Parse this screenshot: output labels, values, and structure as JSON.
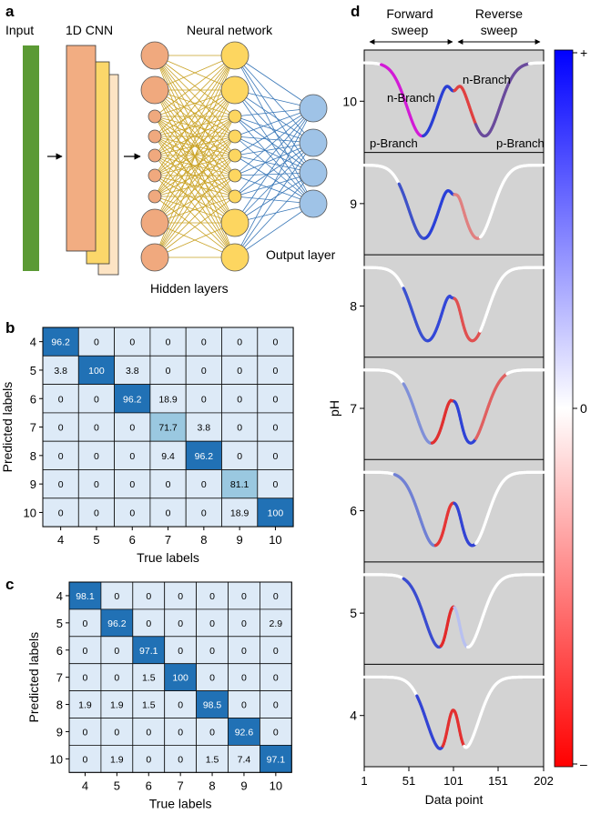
{
  "panels": {
    "a": {
      "label": "a",
      "input_label": "Input",
      "cnn_label": "1D CNN",
      "nn_label": "Neural network",
      "hidden_label": "Hidden layers",
      "output_label": "Output layer",
      "colors": {
        "input": "#5b9a34",
        "cnn1": "#f2ad82",
        "cnn2": "#fbd76a",
        "cnn3": "#fde4c4",
        "node_orange": "#f0a97e",
        "node_yellow": "#fdd660",
        "node_blue": "#9fc3e7",
        "edge_gold": "#c9a225",
        "edge_blue": "#3a78b8"
      }
    },
    "b": {
      "label": "b"
    },
    "c": {
      "label": "c"
    },
    "d": {
      "label": "d",
      "forward_label": [
        "Forward",
        "sweep"
      ],
      "reverse_label": [
        "Reverse",
        "sweep"
      ],
      "n_branch_left": "n-Branch",
      "n_branch_right": "n-Branch",
      "p_branch_left": "p-Branch",
      "p_branch_right": "p-Branch"
    }
  },
  "chart_data": [
    {
      "type": "heatmap",
      "panel": "b",
      "xlabel": "True labels",
      "ylabel": "Predicted labels",
      "x_categories": [
        "4",
        "5",
        "6",
        "7",
        "8",
        "9",
        "10"
      ],
      "y_categories": [
        "4",
        "5",
        "6",
        "7",
        "8",
        "9",
        "10"
      ],
      "cells": [
        [
          "96.2",
          "0",
          "0",
          "0",
          "0",
          "0",
          "0"
        ],
        [
          "3.8",
          "100",
          "3.8",
          "0",
          "0",
          "0",
          "0"
        ],
        [
          "0",
          "0",
          "96.2",
          "18.9",
          "0",
          "0",
          "0"
        ],
        [
          "0",
          "0",
          "0",
          "71.7",
          "3.8",
          "0",
          "0"
        ],
        [
          "0",
          "0",
          "0",
          "9.4",
          "96.2",
          "0",
          "0"
        ],
        [
          "0",
          "0",
          "0",
          "0",
          "0",
          "81.1",
          "0"
        ],
        [
          "0",
          "0",
          "0",
          "0",
          "0",
          "18.9",
          "100"
        ]
      ]
    },
    {
      "type": "heatmap",
      "panel": "c",
      "xlabel": "True labels",
      "ylabel": "Predicted labels",
      "x_categories": [
        "4",
        "5",
        "6",
        "7",
        "8",
        "9",
        "10"
      ],
      "y_categories": [
        "4",
        "5",
        "6",
        "7",
        "8",
        "9",
        "10"
      ],
      "cells": [
        [
          "98.1",
          "0",
          "0",
          "0",
          "0",
          "0",
          "0"
        ],
        [
          "0",
          "96.2",
          "0",
          "0",
          "0",
          "0",
          "2.9"
        ],
        [
          "0",
          "0",
          "97.1",
          "0",
          "0",
          "0",
          "0"
        ],
        [
          "0",
          "0",
          "1.5",
          "100",
          "0",
          "0",
          "0"
        ],
        [
          "1.9",
          "1.9",
          "1.5",
          "0",
          "98.5",
          "0",
          "0"
        ],
        [
          "0",
          "0",
          "0",
          "0",
          "0",
          "92.6",
          "0"
        ],
        [
          "0",
          "1.9",
          "0",
          "0",
          "1.5",
          "7.4",
          "97.1"
        ]
      ]
    },
    {
      "type": "line",
      "panel": "d",
      "xlabel": "Data point",
      "ylabel": "pH",
      "x_ticks": [
        "1",
        "51",
        "101",
        "151",
        "202"
      ],
      "xlim": [
        1,
        202
      ],
      "y_ticks": [
        "10",
        "9",
        "8",
        "7",
        "6",
        "5",
        "4"
      ],
      "grid": false,
      "colorbar": {
        "ticks": [
          "+",
          "0",
          "–"
        ],
        "colors": [
          "#0000ff",
          "#ffffff",
          "#ff0000"
        ]
      },
      "series": [
        {
          "ph": "10",
          "min_x": [
            66,
            136
          ],
          "gap_x": 101,
          "coloring": [
            [
              20,
              66,
              "#d21bd6"
            ],
            [
              66,
              101,
              "#2a3fd4"
            ],
            [
              101,
              125,
              "#e04040"
            ],
            [
              125,
              185,
              "#6a4a9c"
            ]
          ]
        },
        {
          "ph": "9",
          "min_x": [
            68,
            128
          ],
          "gap_x": 101,
          "coloring": [
            [
              40,
              68,
              "#3f52c8"
            ],
            [
              68,
              101,
              "#2a40d8"
            ],
            [
              101,
              130,
              "#e08080"
            ]
          ]
        },
        {
          "ph": "8",
          "min_x": [
            72,
            122
          ],
          "gap_x": 101,
          "coloring": [
            [
              45,
              72,
              "#3a50d0"
            ],
            [
              72,
              101,
              "#3347d8"
            ],
            [
              101,
              130,
              "#e05050"
            ]
          ]
        },
        {
          "ph": "7",
          "min_x": [
            76,
            120
          ],
          "gap_x": 101,
          "coloring": [
            [
              45,
              76,
              "#8090d8"
            ],
            [
              76,
              101,
              "#e03030"
            ],
            [
              101,
              125,
              "#2f43d6"
            ],
            [
              125,
              160,
              "#e06060"
            ]
          ]
        },
        {
          "ph": "6",
          "min_x": [
            80,
            122
          ],
          "gap_x": 101,
          "coloring": [
            [
              35,
              80,
              "#7080d4"
            ],
            [
              80,
              101,
              "#e53535"
            ],
            [
              101,
              125,
              "#3344d4"
            ]
          ]
        },
        {
          "ph": "5",
          "min_x": [
            86,
            116
          ],
          "gap_x": 101,
          "coloring": [
            [
              45,
              86,
              "#3a4cd0"
            ],
            [
              86,
              101,
              "#e22a2a"
            ],
            [
              101,
              116,
              "#b8c0f0"
            ]
          ]
        },
        {
          "ph": "4",
          "min_x": [
            88,
            112
          ],
          "gap_x": 101,
          "coloring": [
            [
              60,
              88,
              "#3344d4"
            ],
            [
              88,
              101,
              "#e33030"
            ],
            [
              101,
              112,
              "#e33030"
            ]
          ]
        }
      ]
    }
  ]
}
